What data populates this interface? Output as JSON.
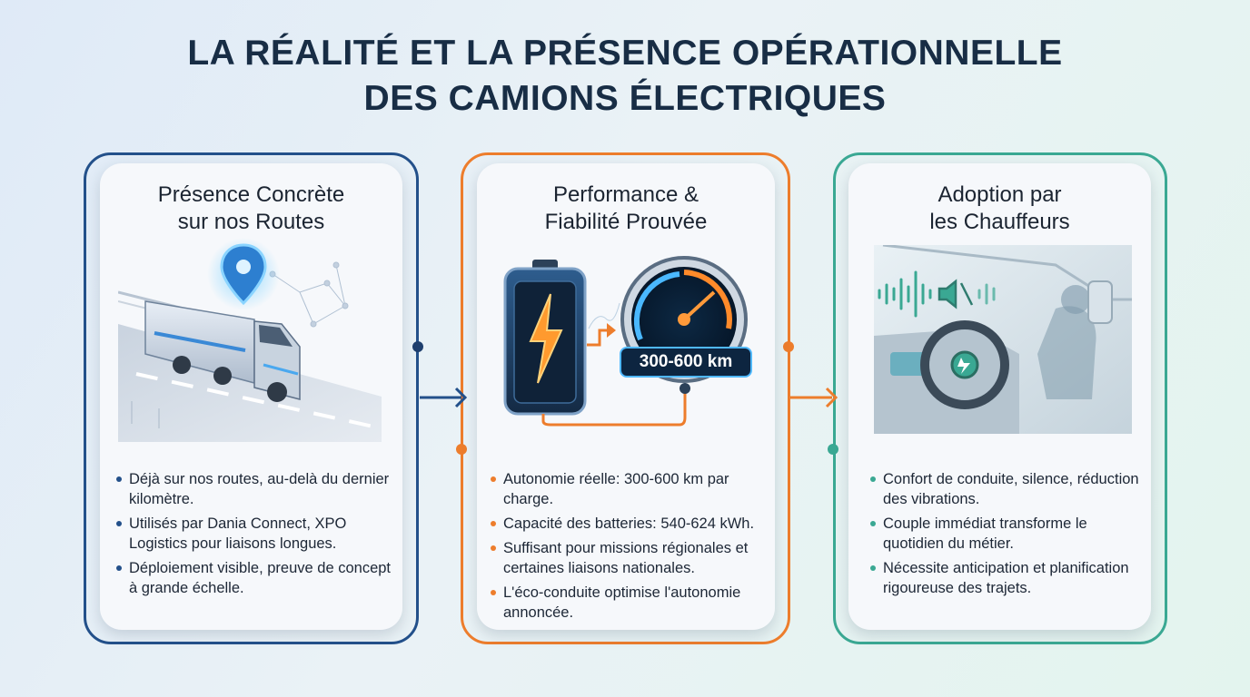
{
  "title": {
    "line1": "La réalité et la présence opérationnelle",
    "line2": "des camions électriques"
  },
  "panels": [
    {
      "heading_line1": "Présence Concrète",
      "heading_line2": "sur nos Routes",
      "accent": "#23508a",
      "bullets": [
        "Déjà sur nos routes, au-delà du dernier kilomètre.",
        "Utilisés par Dania Connect, XPO Logistics pour liaisons longues.",
        "Déploiement visible, preuve de concept à grande échelle."
      ]
    },
    {
      "heading_line1": "Performance &",
      "heading_line2": "Fiabilité Prouvée",
      "accent": "#ed7d2c",
      "gauge_label": "300-600 km",
      "bullets": [
        "Autonomie réelle: 300-600 km par charge.",
        "Capacité des batteries: 540-624 kWh.",
        "Suffisant pour missions régionales et certaines liaisons nationales.",
        "L'éco-conduite optimise l'autonomie annoncée."
      ]
    },
    {
      "heading_line1": "Adoption par",
      "heading_line2": "les Chauffeurs",
      "accent": "#3aa893",
      "bullets": [
        "Confort de conduite, silence, réduction des vibrations.",
        "Couple immédiat transforme le quotidien du métier.",
        "Nécessite anticipation et planification rigoureuse des trajets."
      ]
    }
  ]
}
